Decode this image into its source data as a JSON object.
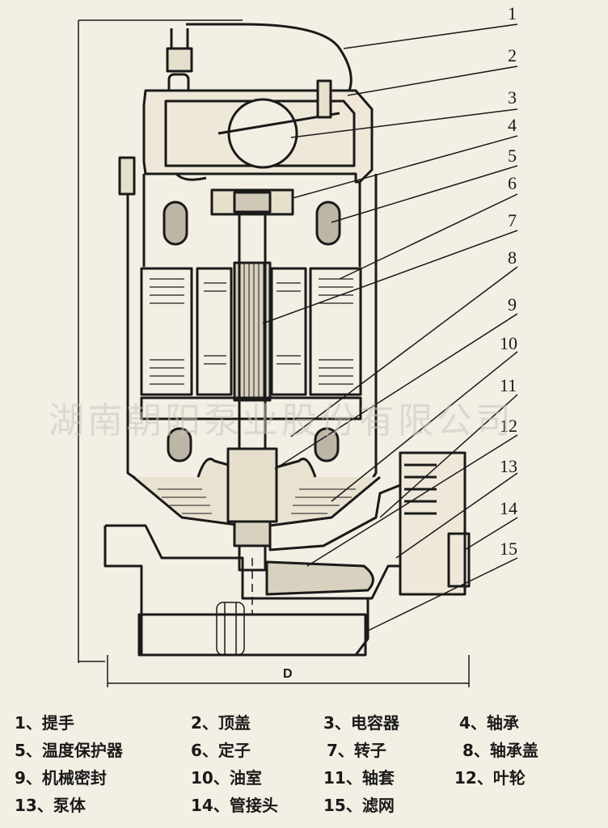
{
  "diagram": {
    "dimension_label": "D",
    "watermark": "湖南朝阳泵业股份有限公司",
    "callout_numbers": [
      "1",
      "2",
      "3",
      "4",
      "5",
      "6",
      "7",
      "8",
      "9",
      "10",
      "11",
      "12",
      "13",
      "14",
      "15"
    ]
  },
  "legend": [
    "1、提手",
    "2、顶盖",
    "3、电容器",
    "4、轴承",
    "5、温度保护器",
    "6、定子",
    "7、转子",
    "8、轴承盖",
    "9、机械密封",
    "10、油室",
    "11、轴套",
    "12、叶轮",
    "13、泵体",
    "14、管接头",
    "15、滤网"
  ]
}
